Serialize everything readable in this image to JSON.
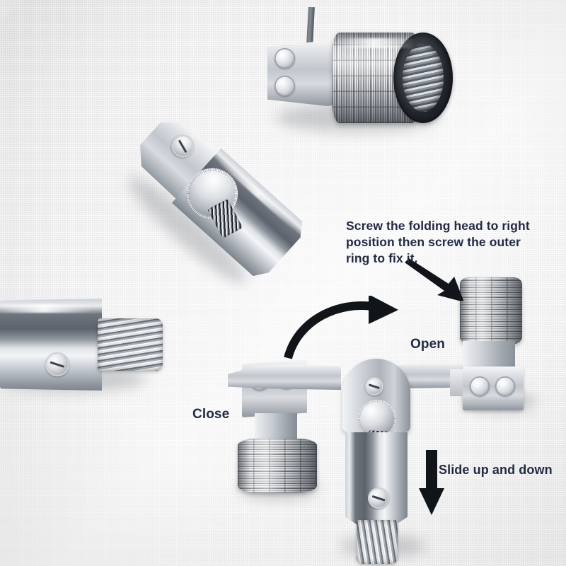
{
  "scene": {
    "title": "Folding head adapter instruction infographic",
    "background_color": "#ececec",
    "text_color": "#1f2a44"
  },
  "annotations": {
    "instruction": "Screw the folding head to right position then screw the outer ring to fix it.",
    "label_open": "Open",
    "label_close": "Close",
    "label_slide": "Slide up and down"
  },
  "arrows": [
    {
      "name": "diagonal-arrow",
      "direction": "down-right",
      "color": "#111418"
    },
    {
      "name": "curved-arrow",
      "direction": "left-to-right-arc",
      "color": "#111418"
    },
    {
      "name": "down-arrow",
      "direction": "down",
      "color": "#111418"
    }
  ],
  "parts": {
    "top_assembly": {
      "name": "folding-head-top-view",
      "features": [
        "knurled-outer-ring",
        "internal-thread-bore",
        "two-round-buttons",
        "blade-tab"
      ]
    },
    "middle_assembly": {
      "name": "folding-head-angled",
      "features": [
        "pivot-ball",
        "coil-spring",
        "hex-body",
        "round-button"
      ]
    },
    "left_assembly": {
      "name": "hex-adapter-male-thread",
      "features": [
        "hex-body",
        "male-thread",
        "set-screw"
      ]
    },
    "bottom_assembly": {
      "name": "open-close-demo",
      "features": [
        "closed-head",
        "open-head",
        "pivot-ball",
        "coil-spring",
        "knurled-ring",
        "male-thread-stud",
        "set-screw"
      ]
    }
  }
}
